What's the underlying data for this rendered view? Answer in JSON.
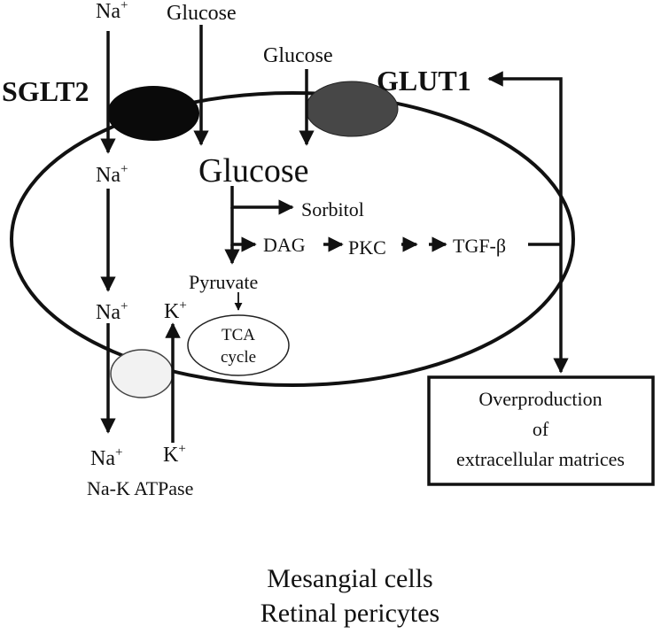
{
  "labels": {
    "na_top": "Na",
    "na_top_sup": "+",
    "glucose_top_left": "Glucose",
    "glucose_top_right": "Glucose",
    "sglt2": "SGLT2",
    "glut1": "GLUT1",
    "na_mid": "Na",
    "na_mid_sup": "+",
    "glucose_center": "Glucose",
    "sorbitol": "Sorbitol",
    "dag": "DAG",
    "pkc": "PKC",
    "tgf": "TGF-β",
    "pyruvate": "Pyruvate",
    "na_low": "Na",
    "na_low_sup": "+",
    "k_low": "K",
    "k_low_sup": "+",
    "tca_line1": "TCA",
    "tca_line2": "cycle",
    "na_bottom": "Na",
    "na_bottom_sup": "+",
    "k_bottom": "K",
    "k_bottom_sup": "+",
    "atpase": "Na-K ATPase",
    "overprod_line1": "Overproduction",
    "overprod_line2": "of",
    "overprod_line3": "extracellular matrices",
    "caption_line1": "Mesangial  cells",
    "caption_line2": "Retinal pericytes"
  },
  "colors": {
    "line": "#111111",
    "sglt2_fill": "#0a0a0a",
    "glut1_fill": "#474747",
    "atpase_fill": "#f2f2f2"
  }
}
